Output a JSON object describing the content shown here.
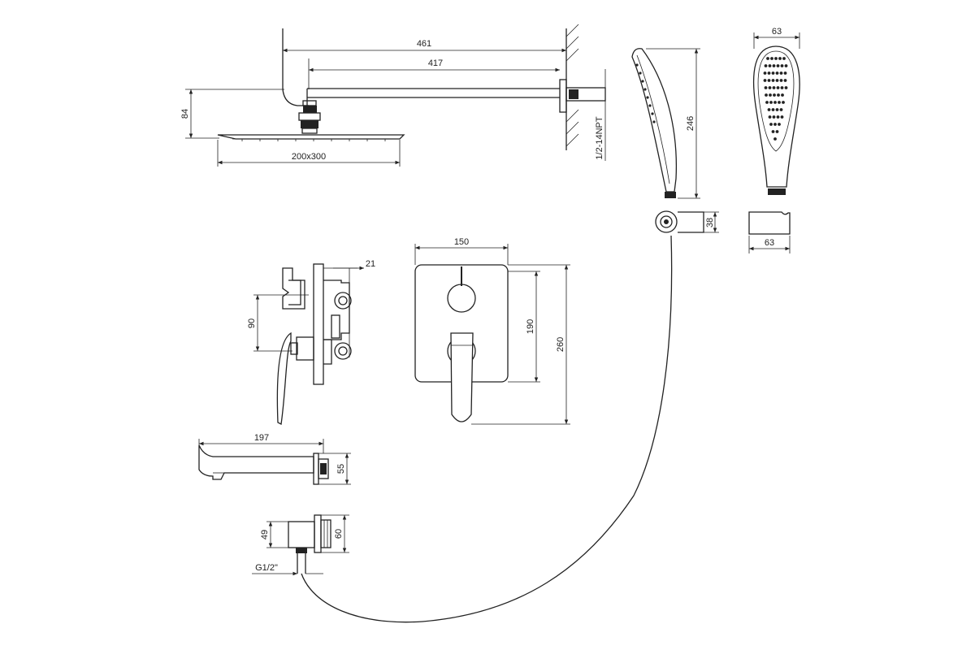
{
  "dimensions": {
    "arm_total": "461",
    "arm_length": "417",
    "head_height": "84",
    "head_size": "200x300",
    "thread_npt": "1/2-14NPT",
    "hand_length": "246",
    "hand_width": "63",
    "holder_height": "38",
    "holder_width": "63",
    "mixer_depth": "21",
    "mixer_spacing": "90",
    "plate_width": "150",
    "plate_height": "190",
    "total_height": "260",
    "spout_length": "197",
    "spout_height": "55",
    "outlet_height": "49",
    "outlet_plate": "60",
    "outlet_thread": "G1/2\""
  },
  "colors": {
    "line": "#222222",
    "background": "#ffffff"
  }
}
